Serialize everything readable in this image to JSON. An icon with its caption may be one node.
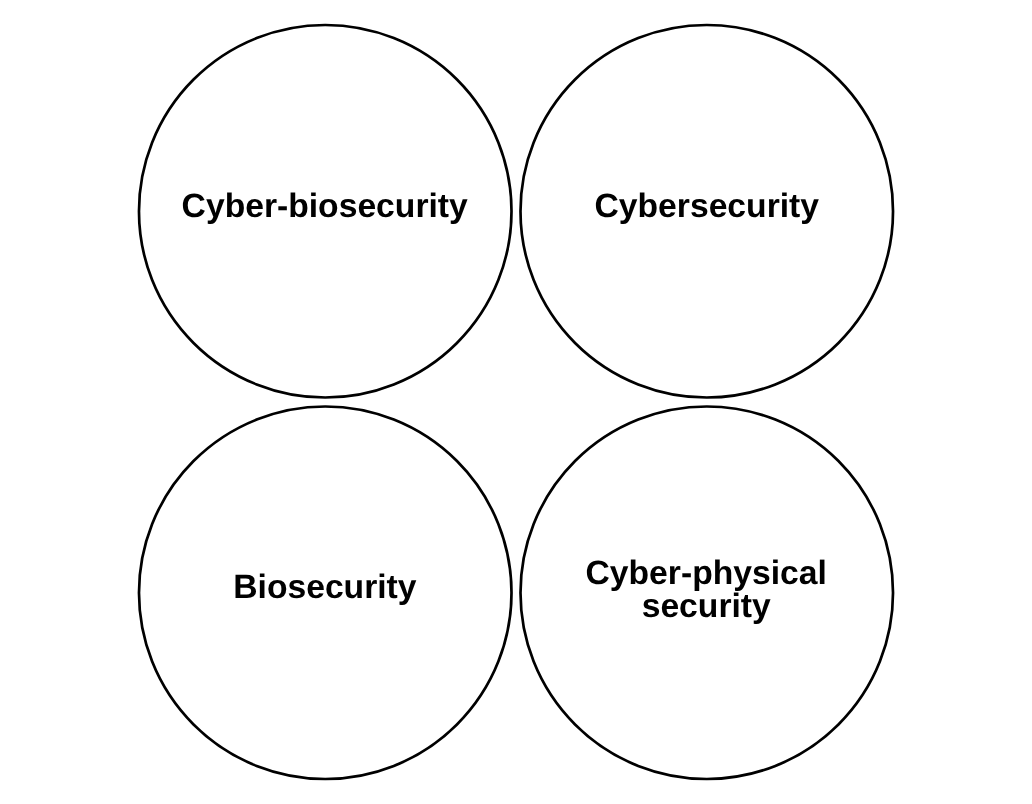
{
  "diagram": {
    "nodes": [
      {
        "text": [
          "Cybersecurity"
        ]
      },
      {
        "text": [
          "Cyber-biosecurity"
        ]
      },
      {
        "text": [
          "Biosecurity"
        ]
      },
      {
        "text": [
          "Cyber-physical security"
        ]
      }
    ],
    "edges": []
  }
}
